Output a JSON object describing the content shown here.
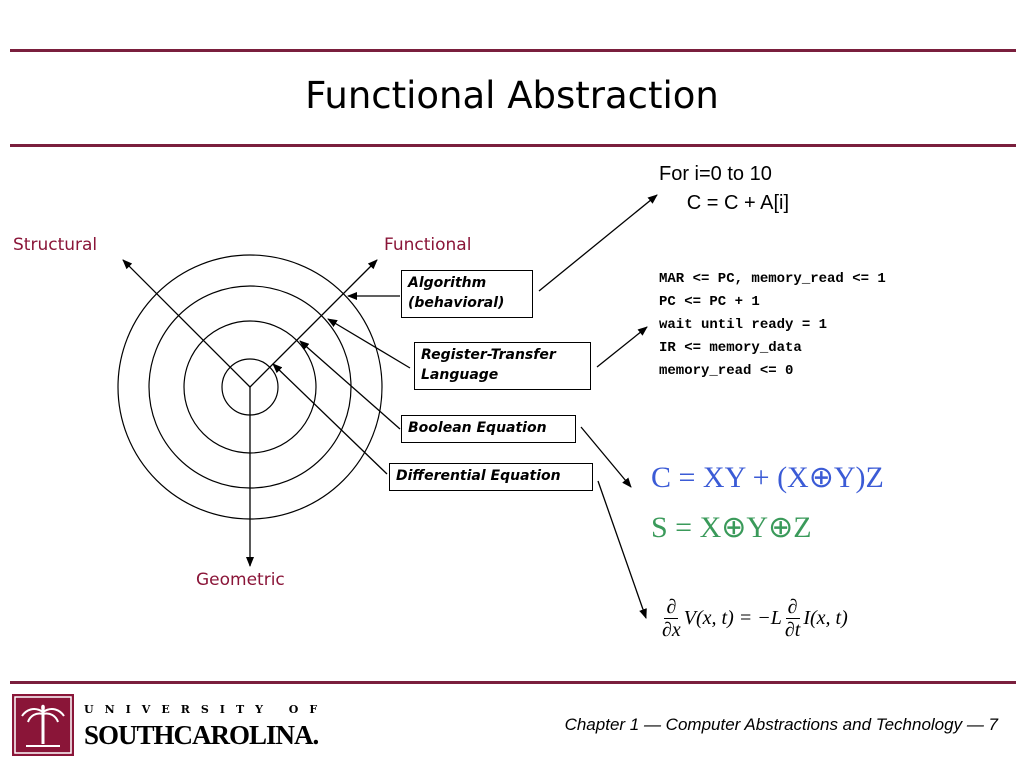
{
  "slide": {
    "title": "Functional Abstraction",
    "footer": "Chapter 1 — Computer Abstractions and Technology — 7"
  },
  "colors": {
    "rule": "#7a1f3d",
    "axis_label": "#8a1538",
    "carry_equation": "#3b5bd6",
    "sum_equation": "#3a9a5a"
  },
  "diagram": {
    "axes": {
      "structural": "Structural",
      "functional": "Functional",
      "geometric": "Geometric"
    },
    "levels": {
      "algorithm": [
        "Algorithm",
        "(behavioral)"
      ],
      "rtl": [
        "Register-Transfer",
        "Language"
      ],
      "boolean": "Boolean Equation",
      "differential": "Differential Equation"
    }
  },
  "examples": {
    "for_loop": [
      "For i=0 to 10",
      "     C = C + A[i]"
    ],
    "rtl_code": [
      "MAR <= PC, memory_read <= 1",
      "PC <= PC + 1",
      "wait until ready = 1",
      "IR <= memory_data",
      "memory_read <= 0"
    ],
    "carry_eq": "C = XY + (X⊕Y)Z",
    "sum_eq": "S = X⊕Y⊕Z",
    "diff_eq": {
      "frac1_num": "∂",
      "frac1_den": "∂x",
      "middle": "V(x, t) = −L",
      "frac2_num": "∂",
      "frac2_den": "∂t",
      "end": "I(x, t)"
    }
  },
  "logo": {
    "top": "UNIVERSITY OF",
    "bottom": "SOUTHCAROLINA."
  }
}
